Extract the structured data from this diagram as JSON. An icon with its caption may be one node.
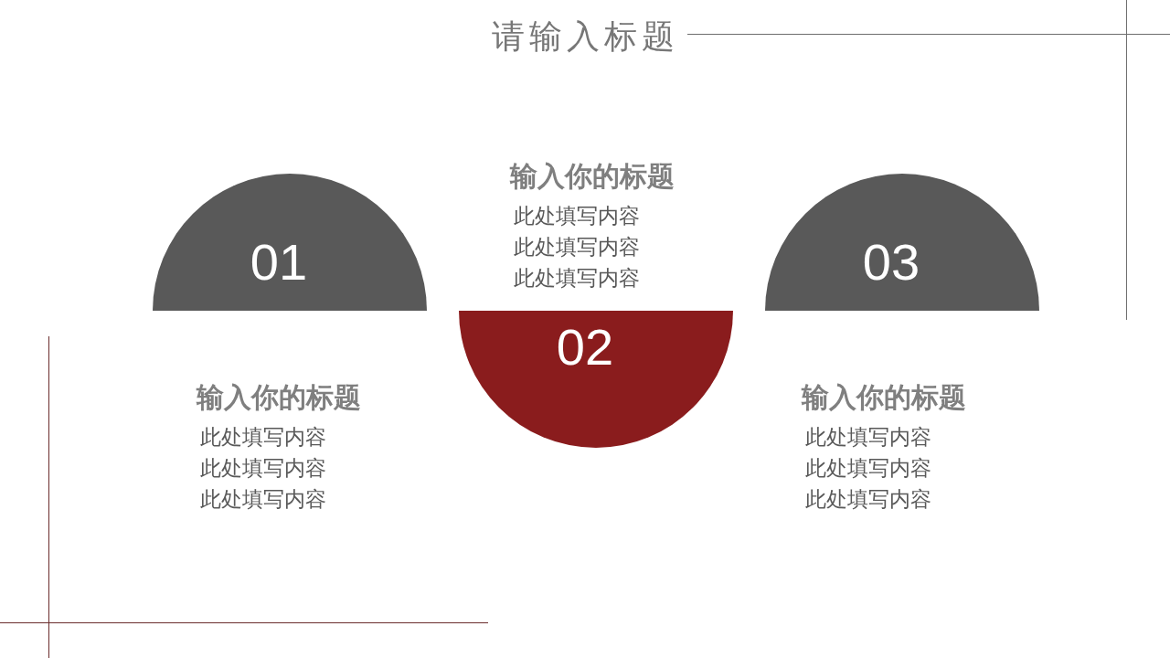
{
  "diagram": {
    "title": "请输入标题",
    "nodes": [
      {
        "text": [
          "01"
        ],
        "beside": [
          "输入你的标题",
          "此处填写内容",
          "此处填写内容",
          "此处填写内容"
        ]
      },
      {
        "text": [
          "02"
        ],
        "beside": [
          "输入你的标题",
          "此处填写内容",
          "此处填写内容",
          "此处填写内容"
        ]
      },
      {
        "text": [
          "03"
        ],
        "beside": [
          "输入你的标题",
          "此处填写内容",
          "此处填写内容",
          "此处填写内容"
        ]
      }
    ]
  }
}
